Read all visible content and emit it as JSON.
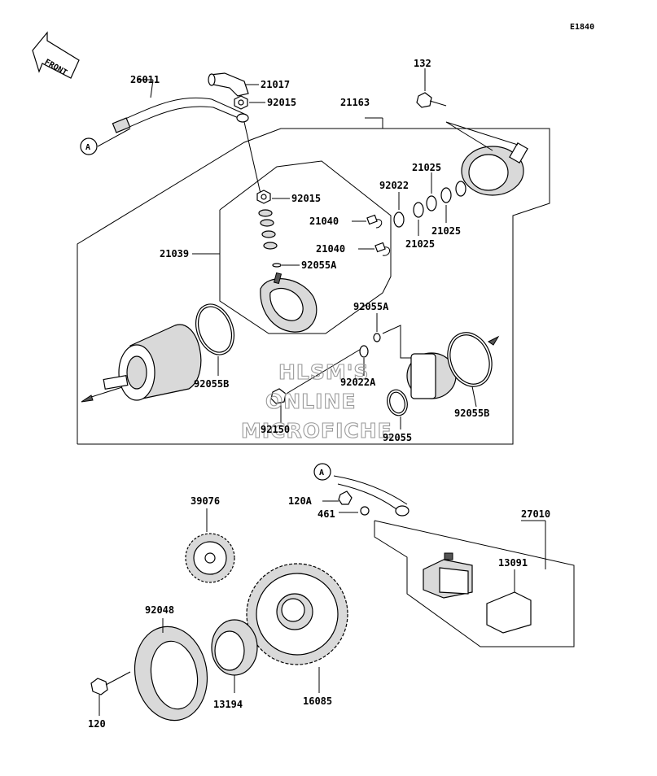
{
  "diagram_code": "E1840",
  "front_label": "FRONT",
  "callout_a": "A",
  "watermark": [
    "HLSM'S",
    "ONLINE",
    "MICROFICHE"
  ],
  "parts": {
    "p26011": "26011",
    "p21017": "21017",
    "p92015_top": "92015",
    "p21163": "21163",
    "p132": "132",
    "p92022": "92022",
    "p21025_a": "21025",
    "p21025_b": "21025",
    "p21025_c": "21025",
    "p92015_mid": "92015",
    "p21040_a": "21040",
    "p21040_b": "21040",
    "p21039": "21039",
    "p92055A_a": "92055A",
    "p92055A_b": "92055A",
    "p92022A": "92022A",
    "p92055B_a": "92055B",
    "p92055B_b": "92055B",
    "p92150": "92150",
    "p92055": "92055",
    "p39076": "39076",
    "p120A": "120A",
    "p461": "461",
    "p27010": "27010",
    "p13091": "13091",
    "p92048": "92048",
    "p13194": "13194",
    "p16085": "16085",
    "p120": "120"
  }
}
